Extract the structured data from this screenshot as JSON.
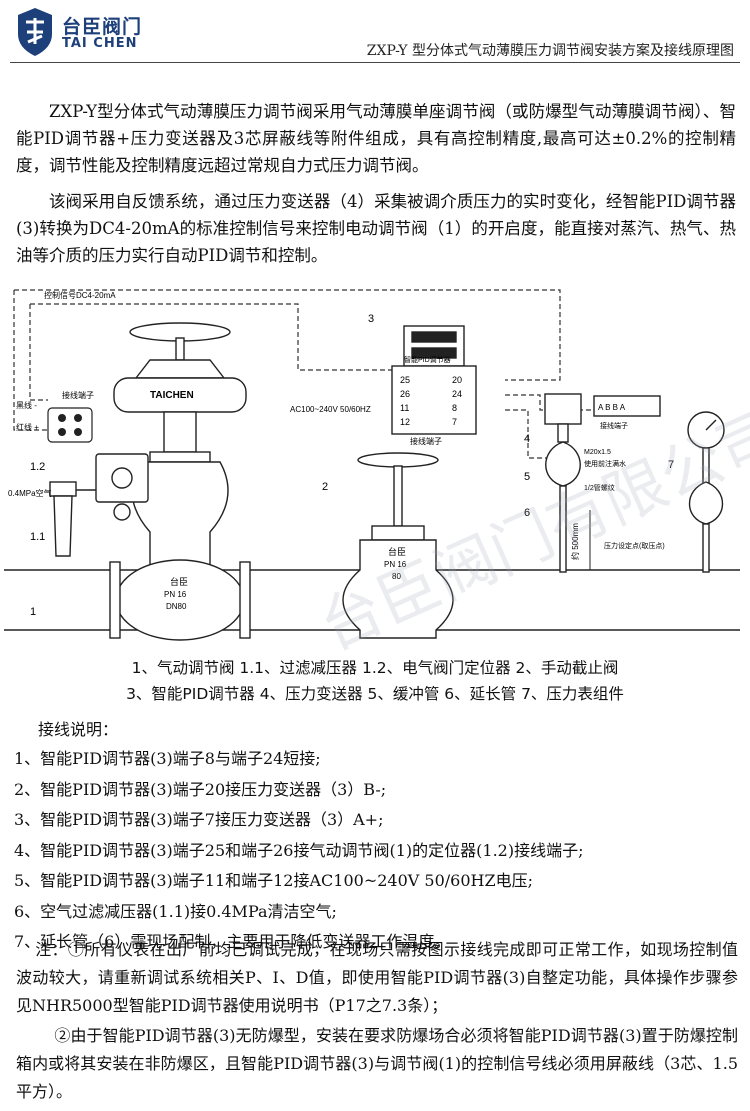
{
  "header": {
    "logo_cn": "台臣阀门",
    "logo_en": "TAI CHEN",
    "title": "ZXP-Y 型分体式气动薄膜压力调节阀安装方案及接线原理图"
  },
  "intro": {
    "p1": "ZXP-Y型分体式气动薄膜压力调节阀采用气动薄膜单座调节阀（或防爆型气动薄膜调节阀）、智能PID调节器+压力变送器及3芯屏蔽线等附件组成，具有高控制精度,最高可达±0.2%的控制精度，调节性能及控制精度远超过常规自力式压力调节阀。",
    "p2": "该阀采用自反馈系统，通过压力变送器（4）采集被调介质压力的实时变化，经智能PID调节器(3)转换为DC4-20mA的标准控制信号来控制电动调节阀（1）的开启度，能直接对蒸汽、热气、热油等介质的压力实行自动PID调节和控制。"
  },
  "diagram": {
    "signal_label": "控制信号DC4-20mA",
    "terminal_label": "接线端子",
    "black_wire": "黑线 -",
    "red_wire": "红线 +",
    "actuator_brand": "TAICHEN",
    "air_label": "0.4MPa空气",
    "valve1_brand": "台臣",
    "valve1_pn": "PN 16",
    "valve1_dn": "DN80",
    "valve2_brand": "台臣",
    "valve2_pn": "PN 16",
    "valve2_dn": "80",
    "controller_title": "智能PID调节器",
    "controller_terminal_label": "接线端子",
    "power_label": "AC100~240V 50/60HZ",
    "terminals_left": [
      "25",
      "26",
      "11",
      "12"
    ],
    "terminals_right": [
      "20",
      "24",
      "8",
      "7"
    ],
    "transmitter_terminal_label": "接线端子",
    "transmitter_terms": "A   B   B   A",
    "thread_label": "M20x1.5",
    "tape_label": "使用前注满水",
    "pipe_thread_label": "1/2管螺纹",
    "length_label": "约 500mm",
    "pressure_point_label": "压力设定点(取压点)",
    "num_1": "1",
    "num_1_1": "1.1",
    "num_1_2": "1.2",
    "num_2": "2",
    "num_3": "3",
    "num_4": "4",
    "num_5": "5",
    "num_6": "6",
    "num_7": "7",
    "watermark": "台臣阀门有限公司"
  },
  "legend": {
    "line1": "1、气动调节阀  1.1、过滤减压器  1.2、电气阀门定位器  2、手动截止阀",
    "line2": "3、智能PID调节器  4、压力变送器 5、缓冲管   6、延长管  7、压力表组件"
  },
  "wiring": {
    "title": "接线说明：",
    "items": [
      "1、智能PID调节器(3)端子8与端子24短接;",
      "2、智能PID调节器(3)端子20接压力变送器（3）B-;",
      "3、智能PID调节器(3)端子7接压力变送器（3）A+;",
      "4、智能PID调节器(3)端子25和端子26接气动调节阀(1)的定位器(1.2)接线端子;",
      "5、智能PID调节器(3)端子11和端子12接AC100~240V 50/60HZ电压;",
      "6、空气过滤减压器(1.1)接0.4MPa清洁空气;",
      "7、延长管（6）需现场配制，主要用于降低变送器工作温度。"
    ]
  },
  "notes": {
    "n1": "注：①所有仪表在出厂前均已调试完成，在现场只需按图示接线完成即可正常工作，如现场控制值波动较大，请重新调试系统相关P、I、D值，即使用智能PID调节器(3)自整定功能，具体操作步骤参见NHR5000型智能PID调节器使用说明书（P17之7.3条）；",
    "n2": "②由于智能PID调节器(3)无防爆型，安装在要求防爆场合必须将智能PID调节器(3)置于防爆控制箱内或将其安装在非防爆区，且智能PID调节器(3)与调节阀(1)的控制信号线必须用屏蔽线（3芯、1.5平方）。"
  },
  "colors": {
    "brand": "#1d3f7a",
    "line": "#222222"
  }
}
